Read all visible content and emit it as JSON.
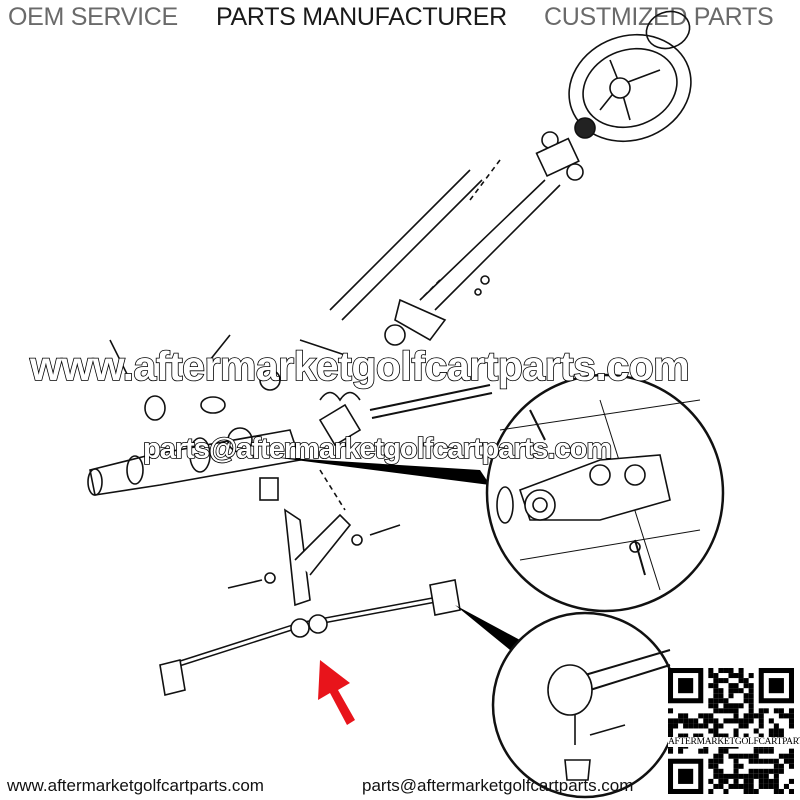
{
  "header": {
    "left": "OEM SERVICE",
    "center": "PARTS MANUFACTURER",
    "right": "CUSTMIZED PARTS"
  },
  "watermark": {
    "website": "www.aftermarketgolfcartparts.com",
    "email": "parts@aftermarketgolfcartparts.com"
  },
  "footer": {
    "website": "www.aftermarketgolfcartparts.com",
    "email": "parts@aftermarketgolfcartparts.com"
  },
  "qr": {
    "caption": "AFTERMARKETGOLFCARTPARTS"
  },
  "colors": {
    "arrow": "#e8141b",
    "line": "#111111"
  }
}
